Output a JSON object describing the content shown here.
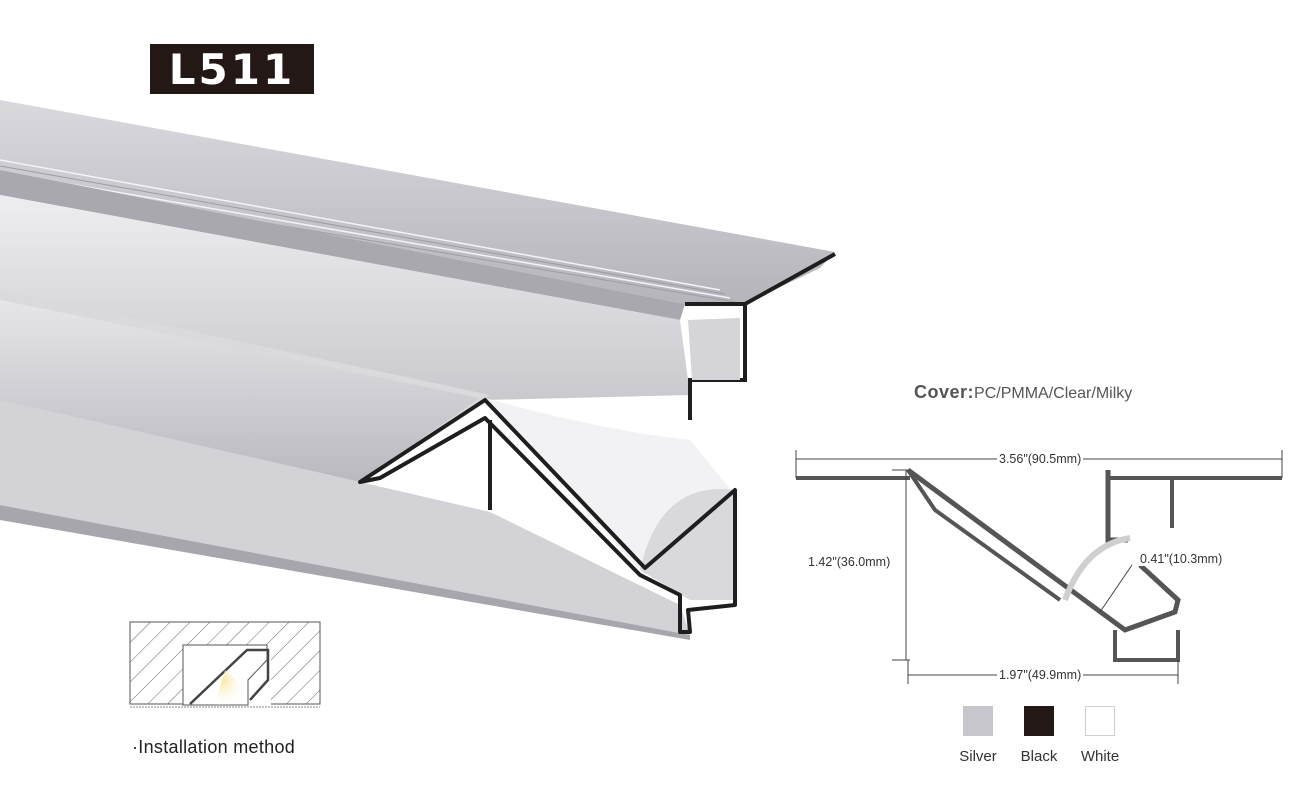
{
  "product": {
    "model": "L511"
  },
  "cover": {
    "label": "Cover:",
    "materials": "PC/PMMA/Clear/Milky"
  },
  "dimensions": {
    "width": "3.56\"(90.5mm)",
    "height": "1.42\"(36.0mm)",
    "opening": "0.41\"(10.3mm)",
    "depth": "1.97\"(49.9mm)"
  },
  "installation": {
    "caption": "·Installation method"
  },
  "finishes": [
    {
      "name": "Silver",
      "color": "#c8c6cd"
    },
    {
      "name": "Black",
      "color": "#231815"
    },
    {
      "name": "White",
      "color": "#ffffff"
    }
  ]
}
